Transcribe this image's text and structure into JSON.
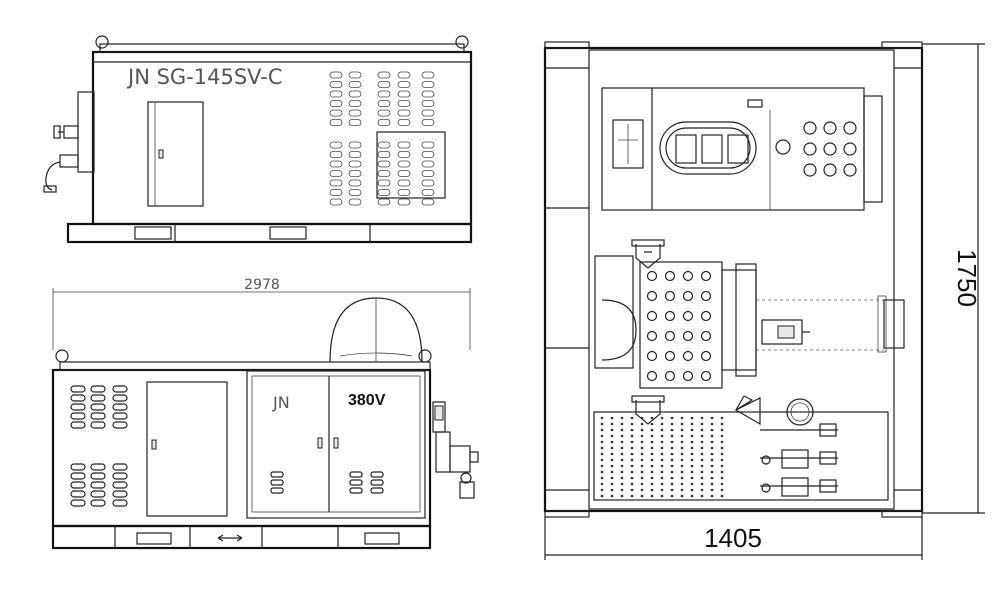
{
  "top_view": {
    "model_label": "JN SG-145SV-C"
  },
  "front_view": {
    "width_dimension": "2978",
    "brand_label": "JN",
    "voltage_label": "380V"
  },
  "side_view": {
    "width_dimension": "1405",
    "height_dimension": "1750"
  }
}
